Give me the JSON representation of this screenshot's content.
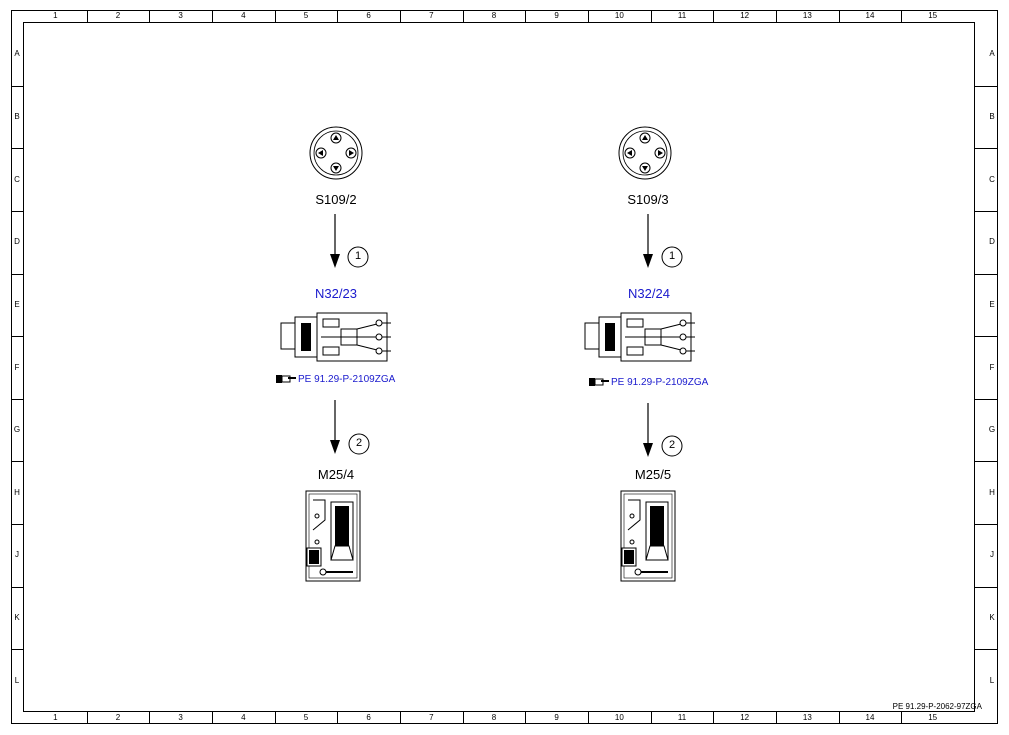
{
  "grid": {
    "columns": [
      "1",
      "2",
      "3",
      "4",
      "5",
      "6",
      "7",
      "8",
      "9",
      "10",
      "11",
      "12",
      "13",
      "14",
      "15"
    ],
    "rows": [
      "A",
      "B",
      "C",
      "D",
      "E",
      "F",
      "G",
      "H",
      "J",
      "K",
      "L"
    ]
  },
  "left": {
    "switch_label": "S109/2",
    "step1": "1",
    "module_label": "N32/23",
    "module_ref": "PE 91.29-P-2109ZGA",
    "step2": "2",
    "motor_label": "M25/4"
  },
  "right": {
    "switch_label": "S109/3",
    "step1": "1",
    "module_label": "N32/24",
    "module_ref": "PE 91.29-P-2109ZGA",
    "step2": "2",
    "motor_label": "M25/5"
  },
  "footer": {
    "doc_id": "PE 91.29-P-2062-97ZGA"
  },
  "colors": {
    "link": "#1a1acd",
    "line": "#000000"
  }
}
